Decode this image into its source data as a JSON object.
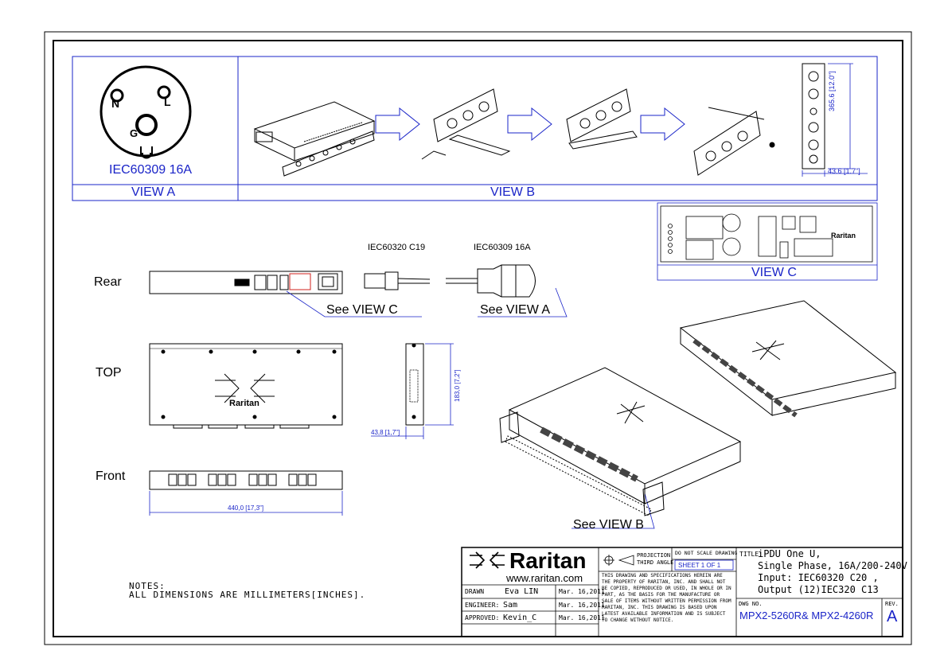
{
  "views": {
    "view_a_label": "VIEW A",
    "view_b_label": "VIEW B",
    "view_c_label": "VIEW C",
    "socket_standard": "IEC60309 16A",
    "pin_n": "N",
    "pin_l": "L",
    "pin_g": "G"
  },
  "bracket_dims": {
    "height": "365.6 [12.0\"]",
    "width": "43.6 [1.7\"]"
  },
  "rear": {
    "label": "Rear",
    "see_view_c": "See VIEW C",
    "connector_c19": "IEC60320 C19",
    "connector_16a": "IEC60309 16A",
    "see_view_a": "See VIEW A"
  },
  "top": {
    "label": "TOP",
    "logo": "Raritan",
    "side_height": "183,0 [7,2\"]",
    "side_width": "43,8 [1,7\"]"
  },
  "front": {
    "label": "Front",
    "width": "440,0 [17,3\"]"
  },
  "iso": {
    "see_view_b": "See VIEW B"
  },
  "notes": {
    "title": "NOTES:",
    "line1": "ALL DIMENSIONS ARE MILLIMETERS[INCHES]."
  },
  "title_block": {
    "brand": "Raritan",
    "website": "www.raritan.com",
    "drawn_label": "DRAWN",
    "drawn_name": "Eva LIN",
    "drawn_date": "Mar. 16,2011",
    "engineer_label": "ENGINEER:",
    "engineer_name": "Sam",
    "engineer_date": "Mar. 16,2011",
    "approved_label": "APPROVED:",
    "approved_name": "Kevin_C",
    "approved_date": "Mar. 16,2011",
    "projection_1": "PROJECTION",
    "projection_2": "THIRD ANGLE",
    "do_not_scale": "DO NOT SCALE DRAWING",
    "sheet": "SHEET 1 OF 1",
    "disclaimer": "THIS DRAWING AND SPECIFICATIONS HEREIN ARE THE PROPERTY OF RARITAN, INC. AND SHALL NOT BE COPIED, REPRODUCED OR USED, IN WHOLE OR IN PART, AS THE BASIS FOR THE MANUFACTURE OR SALE OF ITEMS WITHOUT WRITTEN PERMISSION FROM RARITAN, INC. THIS DRAWING IS BASED UPON LATEST AVAILABLE INFORMATION AND IS SUBJECT TO CHANGE WITHOUT NOTICE.",
    "title_label": "TITLE:",
    "title_line1": "iPDU One U,",
    "title_line2": "Single Phase, 16A/200-240V",
    "title_line3": "Input: IEC60320 C20 ,",
    "title_line4": "Output (12)IEC320 C13",
    "dwg_label": "DWG NO.",
    "dwg_no": "MPX2-5260R& MPX2-4260R",
    "rev_label": "REV.",
    "rev": "A"
  },
  "colors": {
    "dim_blue": "#1a24c8",
    "line": "#000000"
  }
}
